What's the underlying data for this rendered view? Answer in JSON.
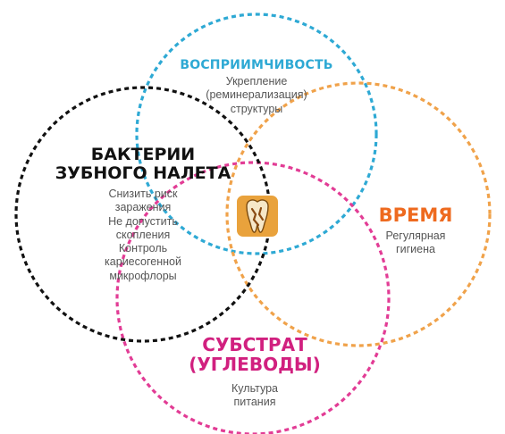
{
  "colors": {
    "top": "#2ea9d4",
    "left": "#111111",
    "right": "#f0a24a",
    "bottom": "#e23c95",
    "right_title": "#ee6a1f",
    "bottom_title": "#d1207f",
    "badge_bg": "#e9a23c",
    "tooth": "#f6e7c8"
  },
  "circles": {
    "top": {
      "title": "ВОСПРИИМЧИВОСТЬ",
      "description": [
        "Укрепление",
        "(реминерализация)",
        "структуры"
      ]
    },
    "left": {
      "title": [
        "БАКТЕРИИ",
        "ЗУБНОГО НАЛЕТА"
      ],
      "description": [
        "Снизить риск",
        "заражения",
        "Не допустить",
        "скопления",
        "Контроль",
        "кариесогенной",
        "микрофлоры"
      ]
    },
    "right": {
      "title": "ВРЕМЯ",
      "description": [
        "Регулярная",
        "гигиена"
      ]
    },
    "bottom": {
      "title": [
        "СУБСТРАТ",
        "(УГЛЕВОДЫ)"
      ],
      "description": [
        "Культура",
        "питания"
      ]
    }
  },
  "center_icon": "decayed-tooth-icon"
}
